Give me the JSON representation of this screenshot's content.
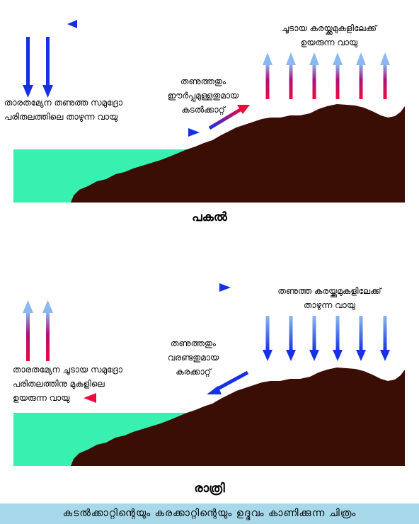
{
  "day": {
    "title": "പകൽ",
    "left_label": [
      "താരതമ്യേന തണുത്ത സമുദ്രോ",
      "പരിതലത്തിലെ താഴുന്ന വായു"
    ],
    "right_label": [
      "ചൂടായ കരയ്ക്കുമുകളിലേക്ക്",
      "ഉയരുന്ന വായു"
    ],
    "breeze_label": [
      "തണുത്തതും",
      "ഈർപ്പമുള്ളതുമായ",
      "കടൽക്കാറ്റ്"
    ]
  },
  "night": {
    "title": "രാത്രി",
    "left_label": [
      "താരതമ്യേന ചൂടായ സമുദ്രോ",
      "പരിതലത്തിനു മുകളിലെ",
      "ഉയരുന്ന വായു"
    ],
    "right_label": [
      "തണുത്ത കരയ്ക്കുമുകളിലേക്ക്",
      "താഴുന്ന വായു"
    ],
    "breeze_label": [
      "തണുത്തതും",
      "വരണ്ടതുമായ",
      "കരക്കാറ്റ്"
    ]
  },
  "caption": "കടൽക്കാറ്റിന്റെയും കരക്കാറ്റിന്റെയും ഉദ്ഭവം കാണിക്കുന്ന ചിത്രം",
  "colors": {
    "sea": "#38f0b0",
    "land": "#3a0d05",
    "cool_arrow": "#1630e6",
    "warm_arrow": "#ee0a3a",
    "caption_bg": "#a7d9ea"
  }
}
